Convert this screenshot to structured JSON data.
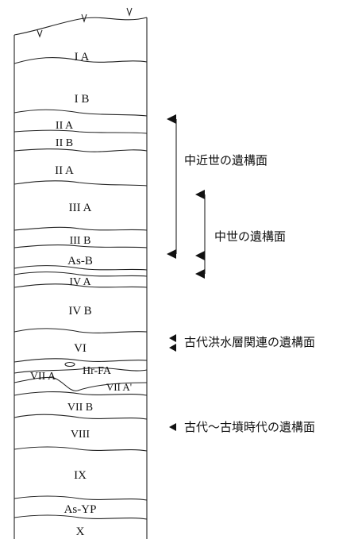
{
  "layers": [
    {
      "id": "IA",
      "label": "I A"
    },
    {
      "id": "IB",
      "label": "I B"
    },
    {
      "id": "IIA_1",
      "label": "II A"
    },
    {
      "id": "IIB",
      "label": "II B"
    },
    {
      "id": "IIA_2",
      "label": "II A"
    },
    {
      "id": "IIIA",
      "label": "III A"
    },
    {
      "id": "IIIB",
      "label": "III B"
    },
    {
      "id": "AsB",
      "label": "As-B"
    },
    {
      "id": "IVA",
      "label": "IV A"
    },
    {
      "id": "IVB",
      "label": "IV B"
    },
    {
      "id": "VI",
      "label": "VI"
    },
    {
      "id": "VIIA",
      "label": "VII A"
    },
    {
      "id": "HrFA",
      "label": "Hr-FA"
    },
    {
      "id": "VIIA_prime",
      "label": "VII A'"
    },
    {
      "id": "VIIB",
      "label": "VII B"
    },
    {
      "id": "VIII",
      "label": "VIII"
    },
    {
      "id": "IX",
      "label": "IX"
    },
    {
      "id": "AsYP",
      "label": "As-YP"
    },
    {
      "id": "X",
      "label": "X"
    }
  ],
  "annotations": {
    "chukinsei": "中近世の遺構面",
    "chusei": "中世の遺構面",
    "kodai_kozui": "古代洪水層関連の遺構面",
    "kodai_kofun": "古代～古墳時代の遺構面"
  }
}
